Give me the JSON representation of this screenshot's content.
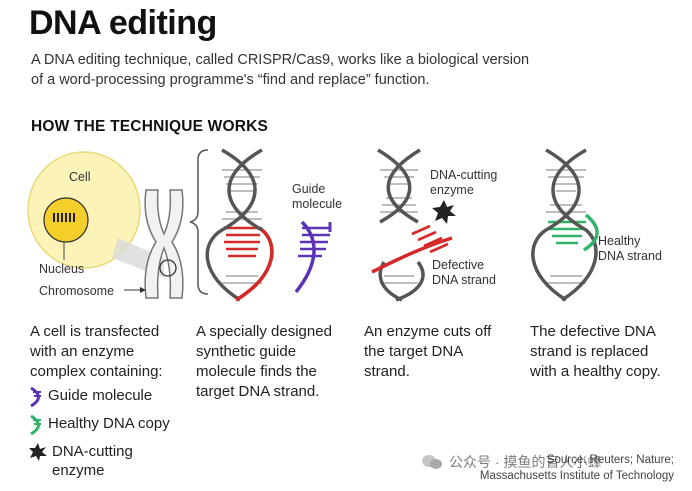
{
  "title": "DNA editing",
  "intro": {
    "line1": "A DNA editing technique, called CRISPR/Cas9, works like a biological version",
    "line2": "of a word-processing programme's “find and replace” function."
  },
  "section_heading": "HOW THE TECHNIQUE WORKS",
  "labels": {
    "cell": "Cell",
    "nucleus": "Nucleus",
    "chromosome": "Chromosome",
    "guide_molecule": [
      "Guide",
      "molecule"
    ],
    "dna_cutting_enzyme": [
      "DNA-cutting",
      "enzyme"
    ],
    "defective_dna": [
      "Defective",
      "DNA strand"
    ],
    "healthy_dna": [
      "Healthy",
      "DNA strand"
    ]
  },
  "steps": [
    [
      "A cell is transfected",
      "with an enzyme",
      "complex containing:"
    ],
    [
      "A specially designed",
      "synthetic guide",
      "molecule finds the",
      "target DNA strand."
    ],
    [
      "An enzyme cuts off",
      "the target DNA",
      "strand."
    ],
    [
      "The defective DNA",
      "strand is replaced",
      "with a healthy copy."
    ]
  ],
  "legend": {
    "guide": "Guide molecule",
    "healthy": "Healthy DNA copy",
    "enzyme": [
      "DNA-cutting",
      "enzyme"
    ]
  },
  "watermark": "公众号 · 摸鱼的盲人小蜂",
  "source": [
    "Source: Reuters; Nature;",
    "Massachusetts Institute of Technology"
  ],
  "colors": {
    "cell_fill": "#fbf3b8",
    "nucleus_fill": "#f4cf29",
    "chromosome": "#888888",
    "backbone": "#555555",
    "rung": "#bdbdbd",
    "defective": "#d62a2a",
    "guide": "#5a34b4",
    "healthy": "#33b36a",
    "enzyme": "#222222"
  },
  "icons": [
    "guide-molecule-icon",
    "healthy-dna-icon",
    "dna-cutting-enzyme-icon"
  ]
}
